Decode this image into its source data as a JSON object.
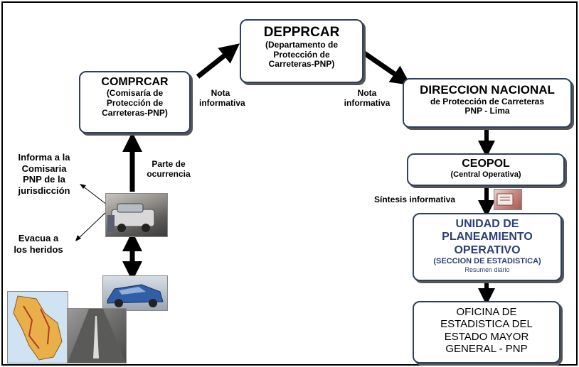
{
  "boxes": {
    "depprcar": {
      "title": "DEPPRCAR",
      "sub1": "(Departamento de",
      "sub2": "Protección de",
      "sub3": "Carreteras-PNP)"
    },
    "comprcar": {
      "title": "COMPRCAR",
      "sub1": "(Comisaría de",
      "sub2": "Protección de",
      "sub3": "Carreteras-PNP)"
    },
    "direccion": {
      "title": "DIRECCION NACIONAL",
      "sub1": "de Protección de Carreteras",
      "sub2": "PNP - Lima"
    },
    "ceopol": {
      "title": "CEOPOL",
      "sub1": "(Central Operativa)"
    },
    "unidad": {
      "title1": "UNIDAD DE",
      "title2": "PLANEAMIENTO",
      "title3": "OPERATIVO",
      "sub1": "(SECCION DE ESTADISTICA)",
      "sub2": "Resumen diario"
    },
    "oficina": {
      "line1": "OFICINA DE",
      "line2": "ESTADISTICA DEL",
      "line3": "ESTADO MAYOR",
      "line4": "GENERAL - PNP"
    }
  },
  "labels": {
    "nota_left1": "Nota",
    "nota_left2": "informativa",
    "nota_right1": "Nota",
    "nota_right2": "informativa",
    "parte1": "Parte de",
    "parte2": "ocurrencia",
    "informa1": "Informa a la",
    "informa2": "Comisaria",
    "informa3": "PNP de la",
    "informa4": "jurisdicción",
    "evacua1": "Evacua a",
    "evacua2": "los heridos",
    "sintesis": "Síntesis informativa"
  },
  "colors": {
    "box_border": "#2f3f5c",
    "unidad_text": "#2b3f78",
    "arrow": "#000000"
  }
}
